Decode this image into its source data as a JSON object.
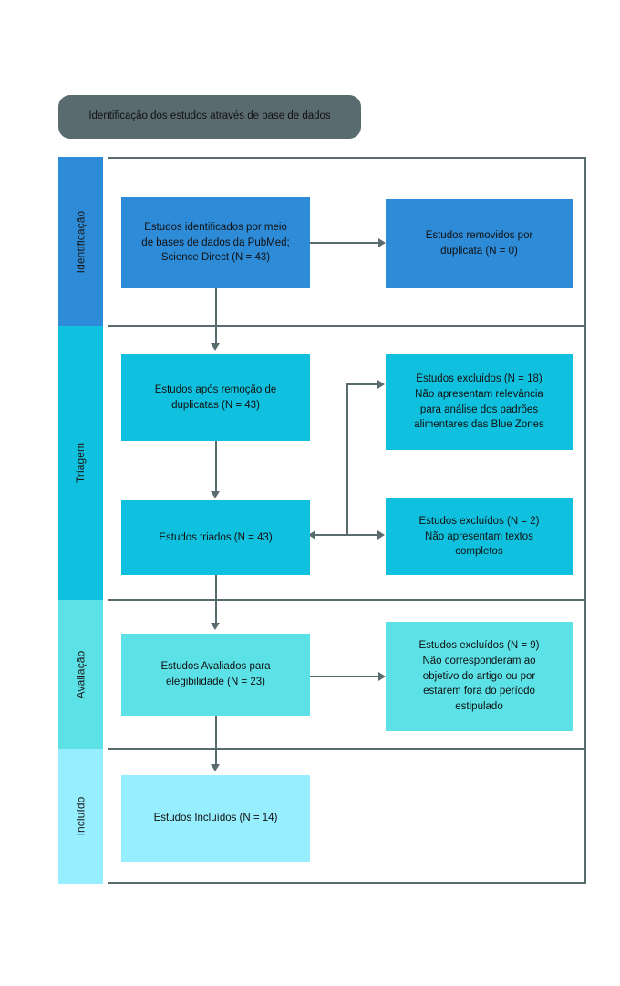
{
  "diagram": {
    "title": "Identificação dos estudos através de base de dados",
    "colors": {
      "identificacao": "#2E8BD8",
      "triagem": "#0FC1DE",
      "avaliacao": "#5CE1E6",
      "incluido": "#97EEFF",
      "line": "#5A6B70",
      "title_pill": "#5A6B70"
    },
    "stages": [
      {
        "id": "identificacao",
        "label": "Identificação"
      },
      {
        "id": "triagem",
        "label": "Triagem"
      },
      {
        "id": "avaliacao",
        "label": "Avaliação"
      },
      {
        "id": "incluido",
        "label": "Incluído"
      }
    ],
    "boxes": {
      "identified": "Estudos identificados por meio\nde bases de dados da PubMed;\nScience Direct (N = 43)",
      "removed_duplicates": "Estudos removidos por\nduplicata (N = 0)",
      "after_duplicates": "Estudos após remoção de\nduplicatas (N = 43)",
      "screened": "Estudos triados (N = 43)",
      "excluded_18": "Estudos excluídos (N = 18)\nNão apresentam relevância\npara análise dos padrões\nalimentares das Blue Zones",
      "excluded_2": "Estudos excluídos (N = 2)\nNão apresentam textos\ncompletos",
      "eligible": "Estudos Avaliados para\nelegibilidade (N = 23)",
      "excluded_9": "Estudos excluídos (N = 9)\nNão corresponderam ao\nobjetivo do artigo ou por\nestarem fora do período\nestipulado",
      "included": "Estudos Incluídos (N = 14)"
    },
    "counts": {
      "identified": 43,
      "removed_duplicates": 0,
      "after_duplicates": 43,
      "screened": 43,
      "excluded_not_relevant": 18,
      "excluded_no_fulltext": 2,
      "eligible": 23,
      "excluded_off_objective": 9,
      "included": 14
    }
  }
}
